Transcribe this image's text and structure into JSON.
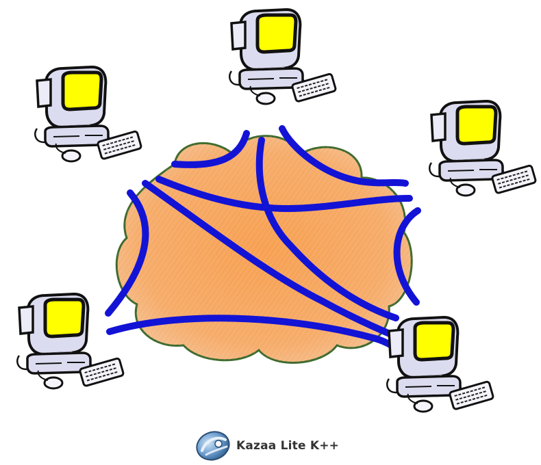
{
  "diagram": {
    "kind": "peer-to-peer network illustration",
    "network_cloud_color": "#f6a25a",
    "cloud_outline_color": "#3f6b2e",
    "link_color": "#1313d6",
    "screen_color": "#ffff00",
    "computer_body_color": "#dcdcf0",
    "computers": [
      {
        "id": "peer-top"
      },
      {
        "id": "peer-upper-left"
      },
      {
        "id": "peer-upper-right"
      },
      {
        "id": "peer-lower-left"
      },
      {
        "id": "peer-lower-right"
      }
    ]
  },
  "brand": {
    "label": "Kazaa Lite K++",
    "icon": "kazaa-lite-logo-icon",
    "logo_color": "#4a7fb5"
  }
}
